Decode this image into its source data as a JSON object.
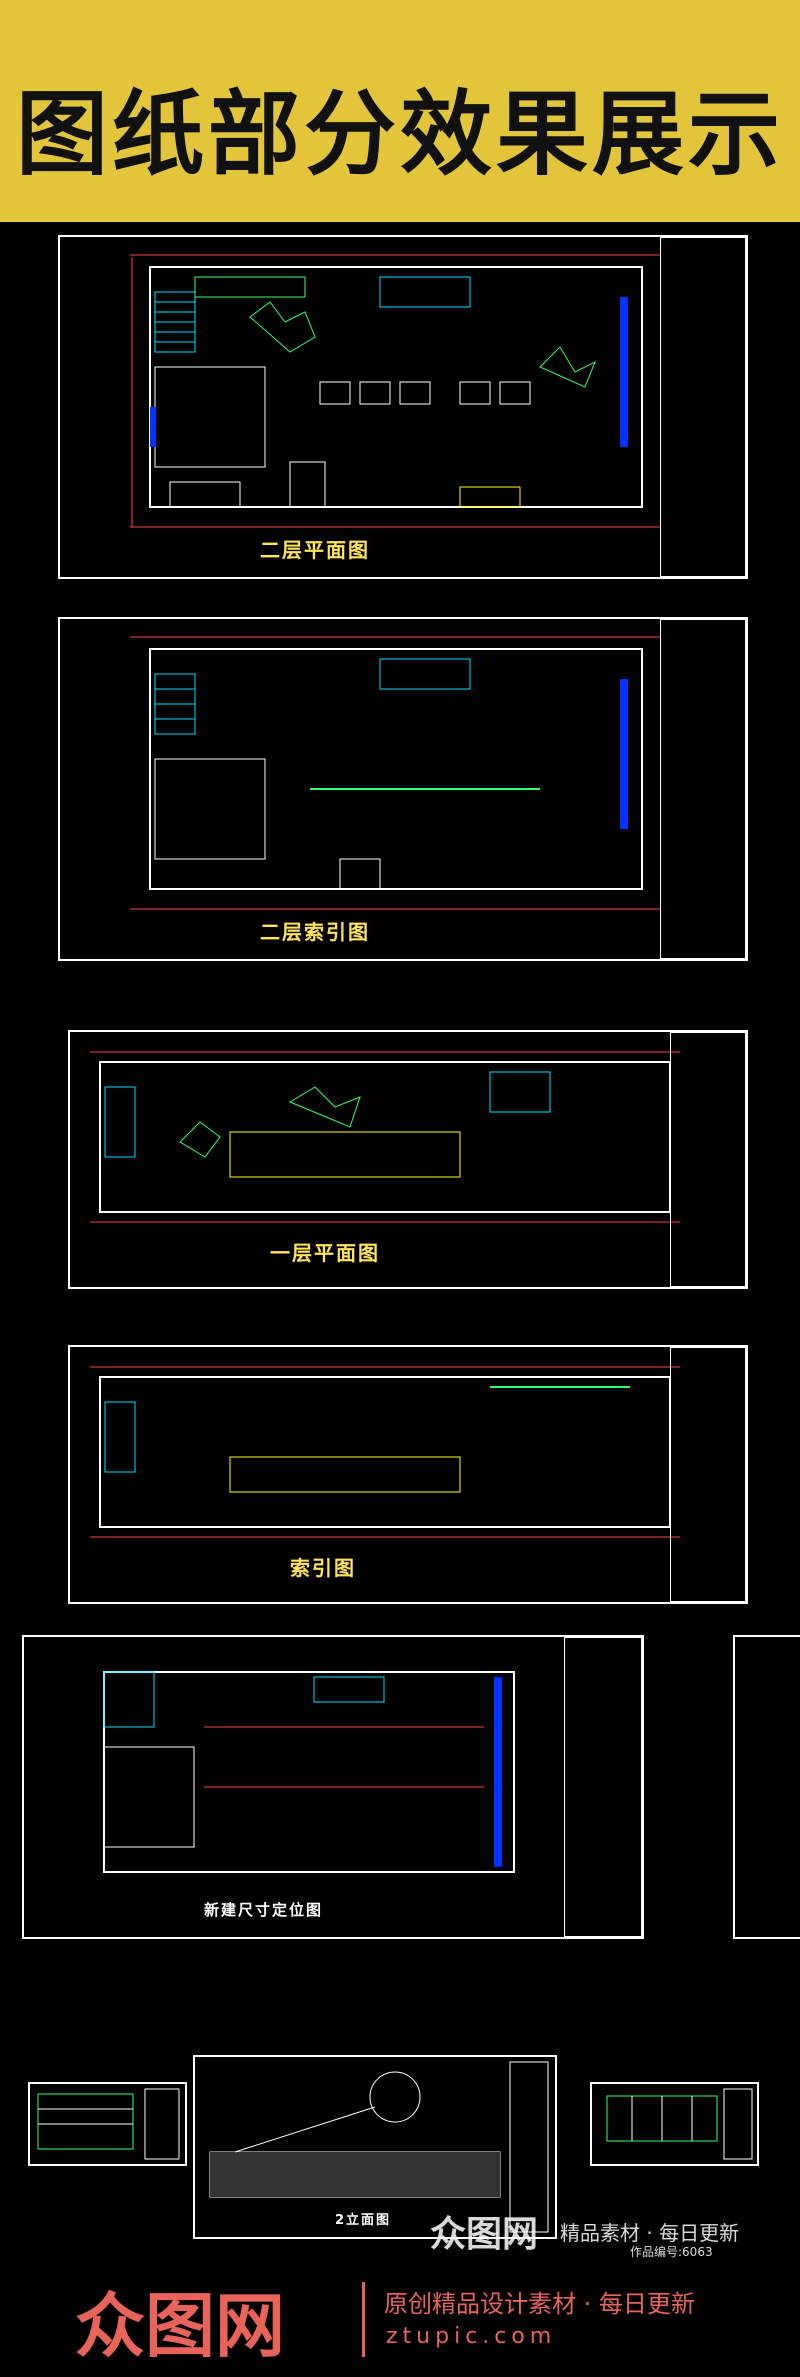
{
  "banner": {
    "title": "图纸部分效果展示",
    "bg_color": "#e2c53a"
  },
  "drawings": [
    {
      "title": "二层平面图"
    },
    {
      "title": "二层索引图"
    },
    {
      "title": "一层平面图"
    },
    {
      "title": "索引图"
    },
    {
      "title": "新建尺寸定位图"
    },
    {
      "title": "2立面图"
    }
  ],
  "watermark_mid": {
    "brand": "众图网",
    "slogan": "精品素材 · 每日更新",
    "work_id": "作品编号:6063"
  },
  "footer": {
    "brand": "众图网",
    "slogan": "原创精品设计素材 · 每日更新",
    "url": "ztupic.com",
    "brand_color": "#e8635a"
  }
}
